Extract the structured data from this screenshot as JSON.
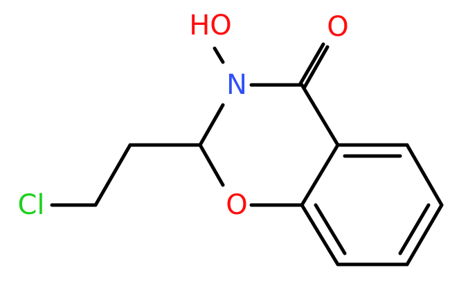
{
  "colors": {
    "bond": "#000000",
    "oxygen": "#ff0d0d",
    "nitrogen": "#3050f8",
    "chlorine": "#1fd01f",
    "background": "#ffffff"
  },
  "atoms": {
    "hydroxyl": {
      "label": "HO",
      "element": "O",
      "color_key": "oxygen"
    },
    "nitrogen": {
      "label": "N",
      "element": "N",
      "color_key": "nitrogen"
    },
    "carbonyl_oxygen": {
      "label": "O",
      "element": "O",
      "color_key": "oxygen"
    },
    "ring_oxygen": {
      "label": "O",
      "element": "O",
      "color_key": "oxygen"
    },
    "chlorine": {
      "label": "Cl",
      "element": "Cl",
      "color_key": "chlorine"
    }
  }
}
